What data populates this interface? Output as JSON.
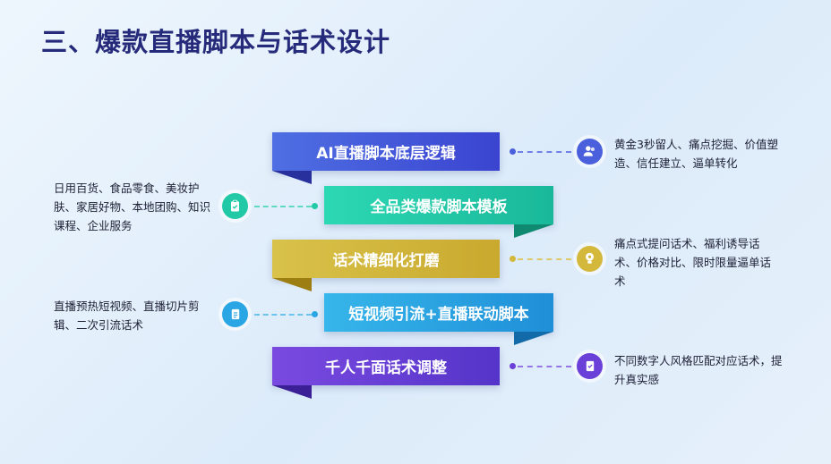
{
  "title": "三、爆款直播脚本与话术设计",
  "steps": [
    {
      "label": "AI直播脚本底层逻辑",
      "desc": "黄金3秒留人、痛点挖掘、价值塑造、信任建立、逼单转化"
    },
    {
      "label": "全品类爆款脚本模板",
      "desc": "日用百货、食品零食、美妆护肤、家居好物、本地团购、知识课程、企业服务"
    },
    {
      "label": "话术精细化打磨",
      "desc": "痛点式提问话术、福利诱导话术、价格对比、限时限量逼单话术"
    },
    {
      "label": "短视频引流+直播联动脚本",
      "desc": "直播预热短视频、直播切片剪辑、二次引流话术"
    },
    {
      "label": "千人千面话术调整",
      "desc": "不同数字人风格匹配对应话术，提升真实感"
    }
  ],
  "icons": [
    "users-icon",
    "clipboard-icon",
    "lightbulb-icon",
    "document-icon",
    "badge-icon"
  ],
  "colors": {
    "title": "#262a7a",
    "step1": "#4a5fdc",
    "step2": "#22c9a6",
    "step3": "#d4b83c",
    "step4": "#2aa6e4",
    "step5": "#6a40d8"
  }
}
